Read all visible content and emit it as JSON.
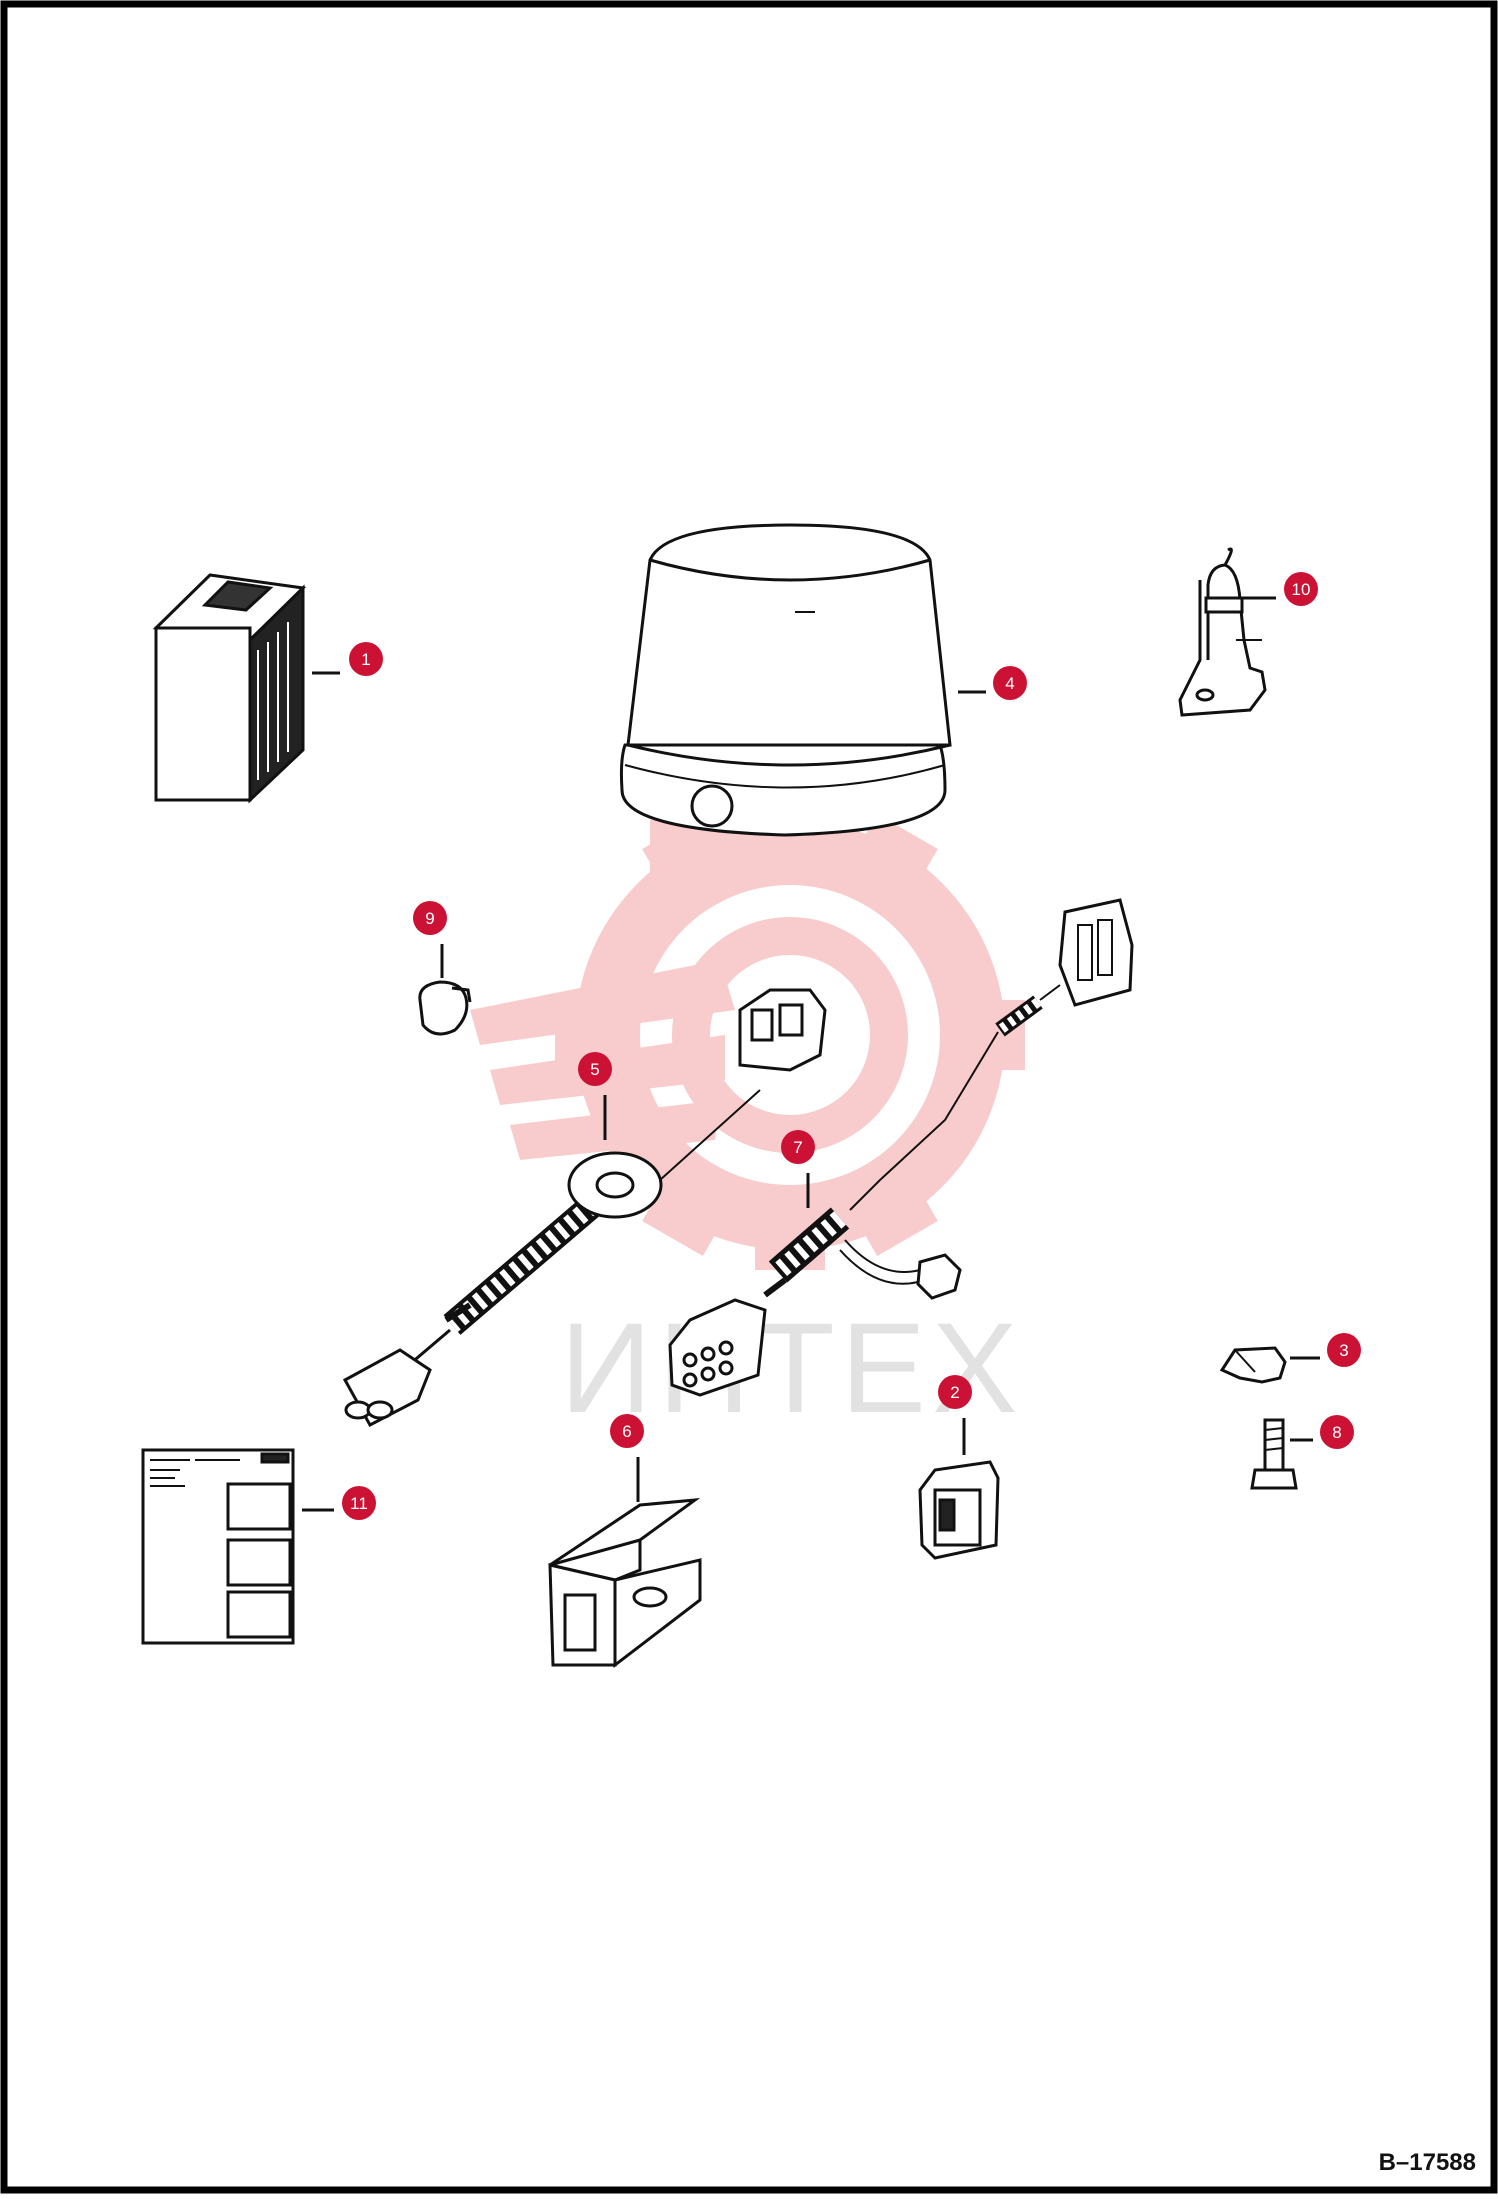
{
  "watermark": {
    "text": "ИНТЕХ",
    "logo": "gear-logo",
    "logo_color": "#f8c9c9"
  },
  "callouts": [
    {
      "number": "1",
      "part": "battery-box"
    },
    {
      "number": "2",
      "part": "rocker-switch"
    },
    {
      "number": "3",
      "part": "clip-nut"
    },
    {
      "number": "4",
      "part": "beacon-light"
    },
    {
      "number": "5",
      "part": "harness-with-grommet"
    },
    {
      "number": "6",
      "part": "mounting-bracket"
    },
    {
      "number": "7",
      "part": "switch-harness"
    },
    {
      "number": "8",
      "part": "bolt"
    },
    {
      "number": "9",
      "part": "plug"
    },
    {
      "number": "10",
      "part": "hose-clamp"
    },
    {
      "number": "11",
      "part": "instruction-sheet"
    }
  ],
  "drawing_id": "B–17588",
  "colors": {
    "callout": "#cc1234",
    "ink": "#111111",
    "frame": "#000000"
  }
}
